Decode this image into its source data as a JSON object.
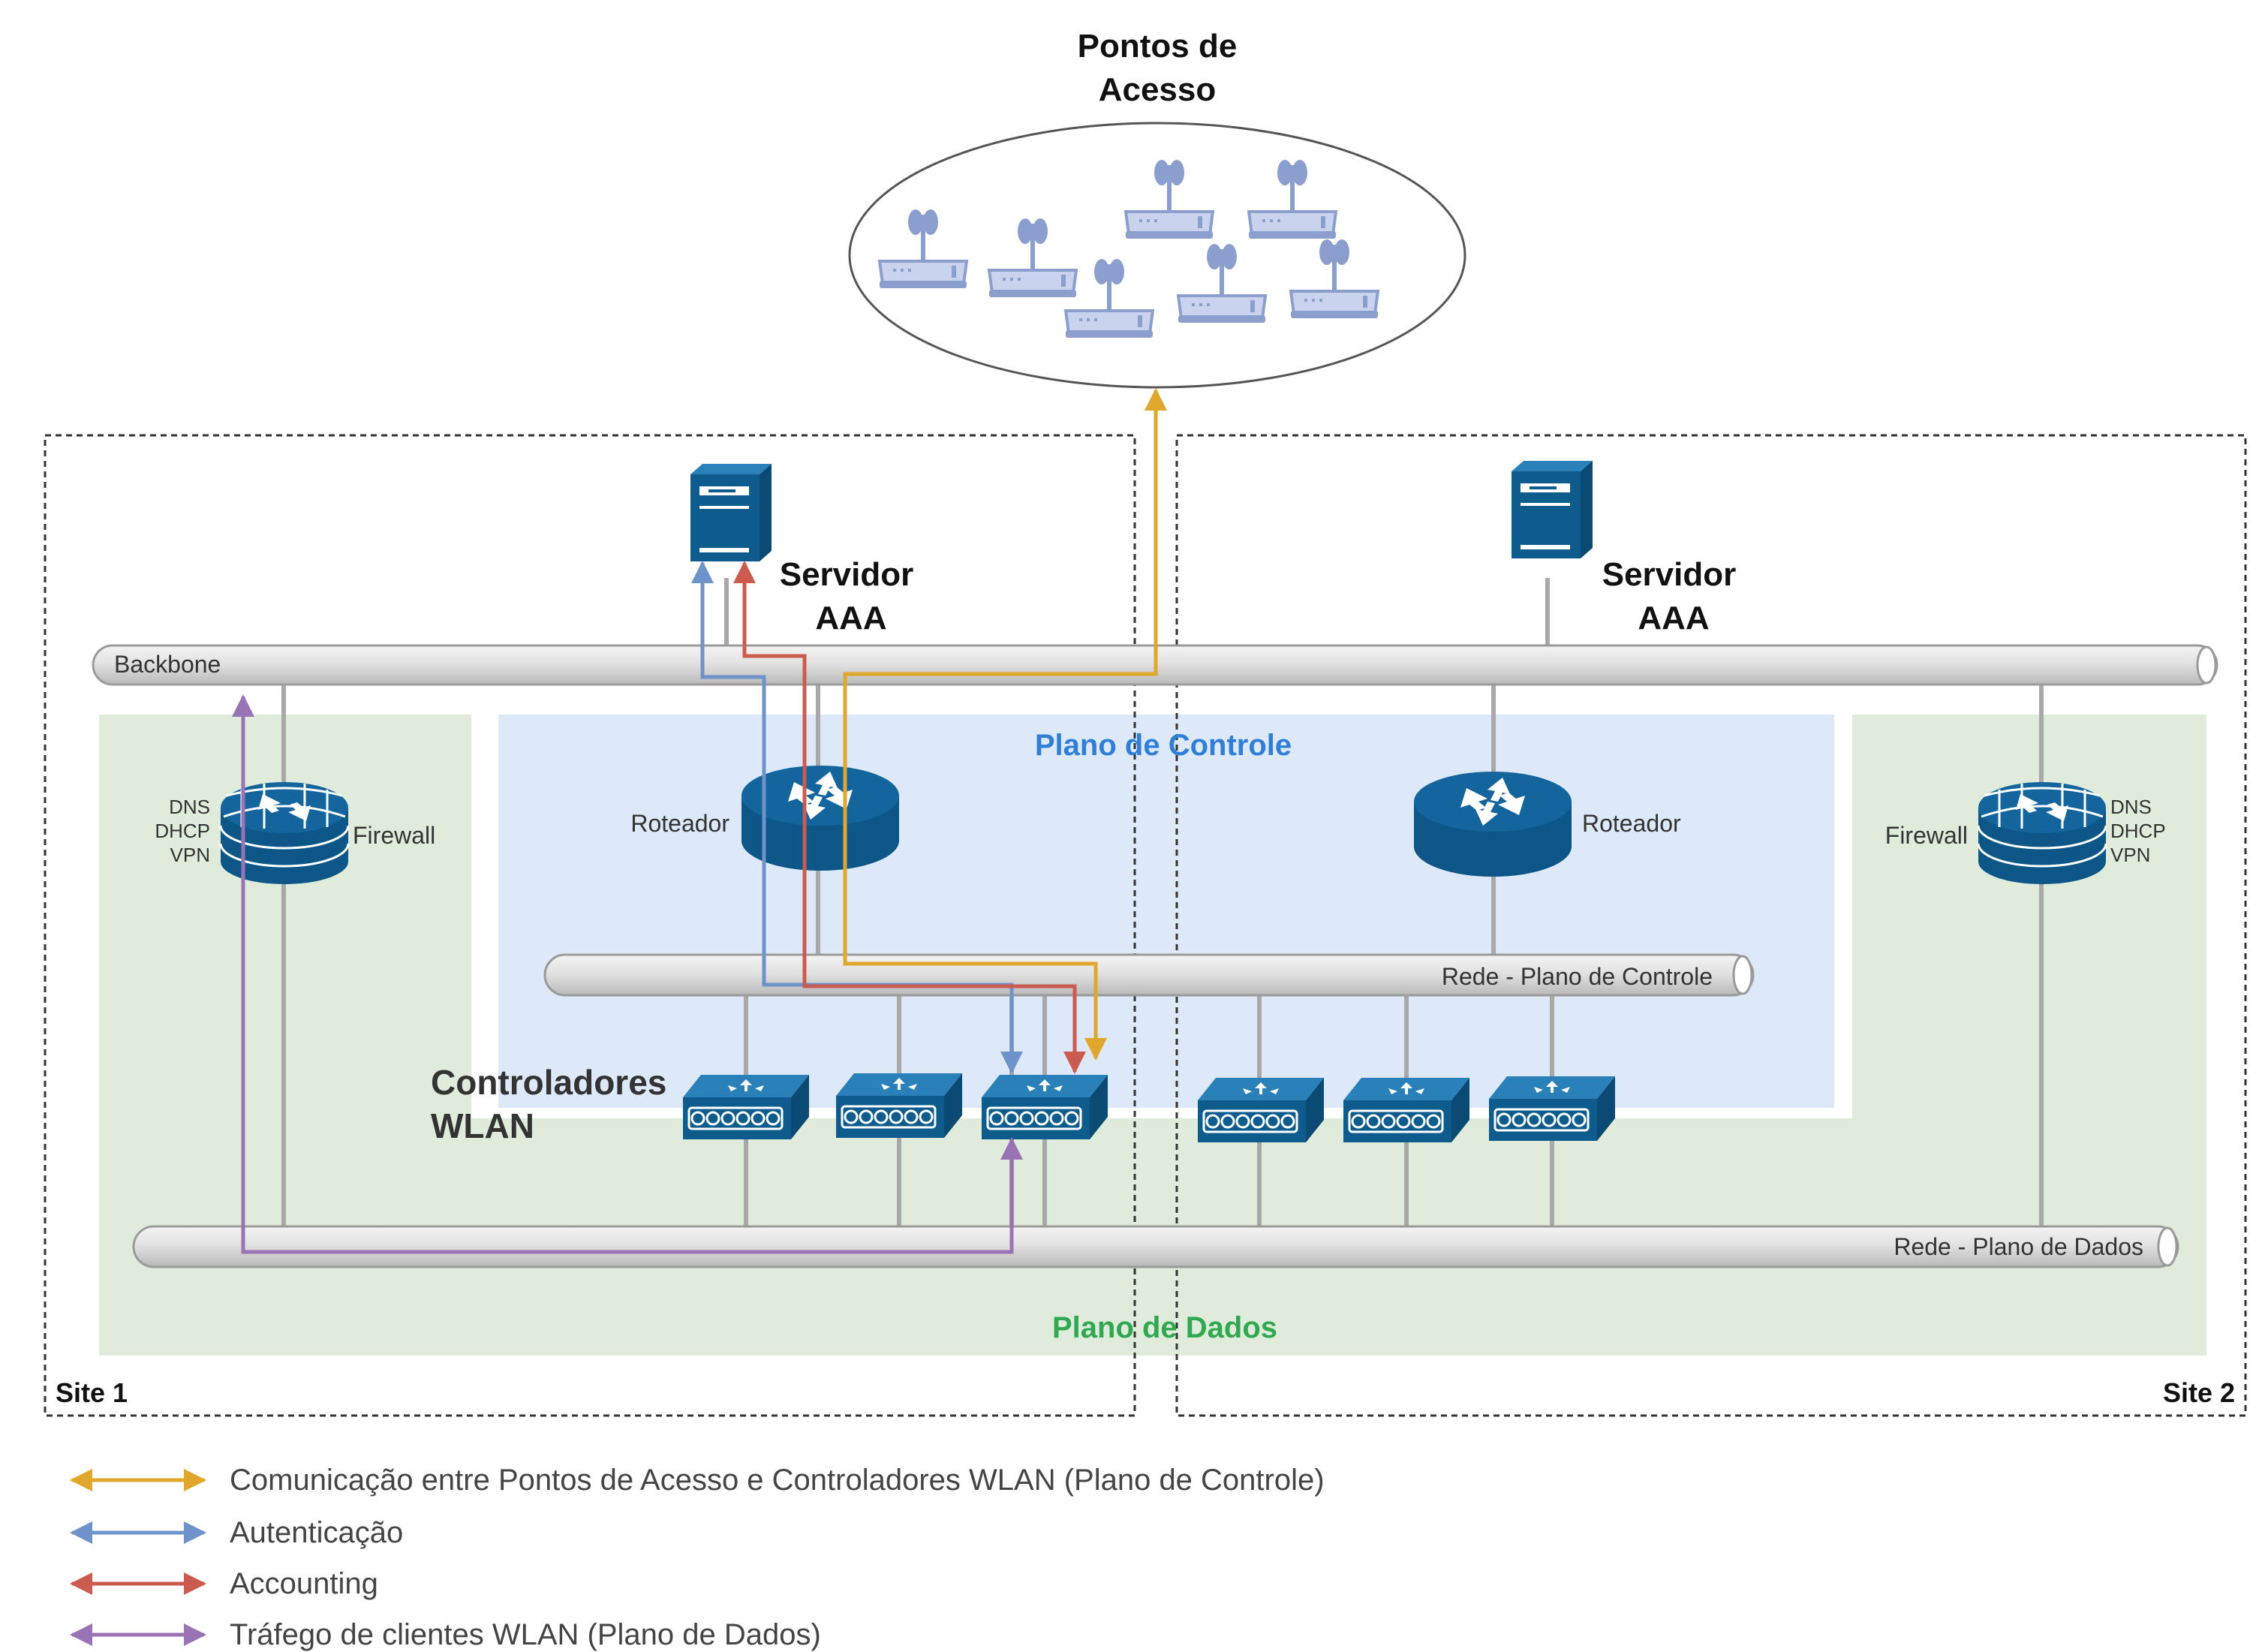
{
  "title": "Pontos de Acesso",
  "title_lines": [
    "Pontos de",
    "Acesso"
  ],
  "sites": {
    "site1": "Site 1",
    "site2": "Site 2"
  },
  "servers": {
    "left": {
      "line1": "Servidor",
      "line2": "AAA"
    },
    "right": {
      "line1": "Servidor",
      "line2": "AAA"
    }
  },
  "planes": {
    "control": "Plano de Controle",
    "data": "Plano de Dados"
  },
  "buses": {
    "backbone": "Backbone",
    "control_net": "Rede - Plano de Controle",
    "data_net": "Rede - Plano de Dados"
  },
  "routers": {
    "left": "Roteador",
    "right": "Roteador"
  },
  "firewalls": {
    "left": "Firewall",
    "right": "Firewall"
  },
  "services": [
    "DNS",
    "DHCP",
    "VPN"
  ],
  "controllers": {
    "line1": "Controladores",
    "line2": "WLAN"
  },
  "legend": [
    {
      "label": "Comunicação entre Pontos de Acesso e Controladores WLAN (Plano de Controle)",
      "color": "#e0a72c"
    },
    {
      "label": "Autenticação",
      "color": "#6e93cb"
    },
    {
      "label": "Accounting",
      "color": "#cb5b4e"
    },
    {
      "label": "Tráfego de clientes WLAN (Plano de Dados)",
      "color": "#9a73b5"
    }
  ],
  "colors": {
    "control_plane_bg": "#dde9f9",
    "data_plane_bg": "#dfecdc",
    "control_plane_text": "#2f7fd9",
    "data_plane_text": "#2fa84f",
    "device_blue": "#0e5c8e",
    "ap_color": "#8b9fcf"
  },
  "icons": {
    "access_point": "wireless-access-point-icon",
    "server": "server-icon",
    "router": "router-icon",
    "firewall": "firewall-router-icon",
    "controller": "wlan-controller-icon"
  }
}
